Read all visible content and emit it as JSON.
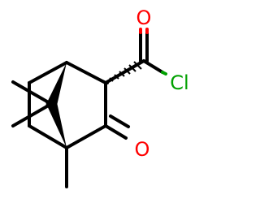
{
  "atoms": {
    "carbonyl_oxygen_top": "O",
    "chlorine": "Cl",
    "ketone_oxygen": "O"
  },
  "colors": {
    "bond": "#000000",
    "oxygen": "#ff0000",
    "chlorine": "#00a000",
    "background": "#ffffff"
  }
}
